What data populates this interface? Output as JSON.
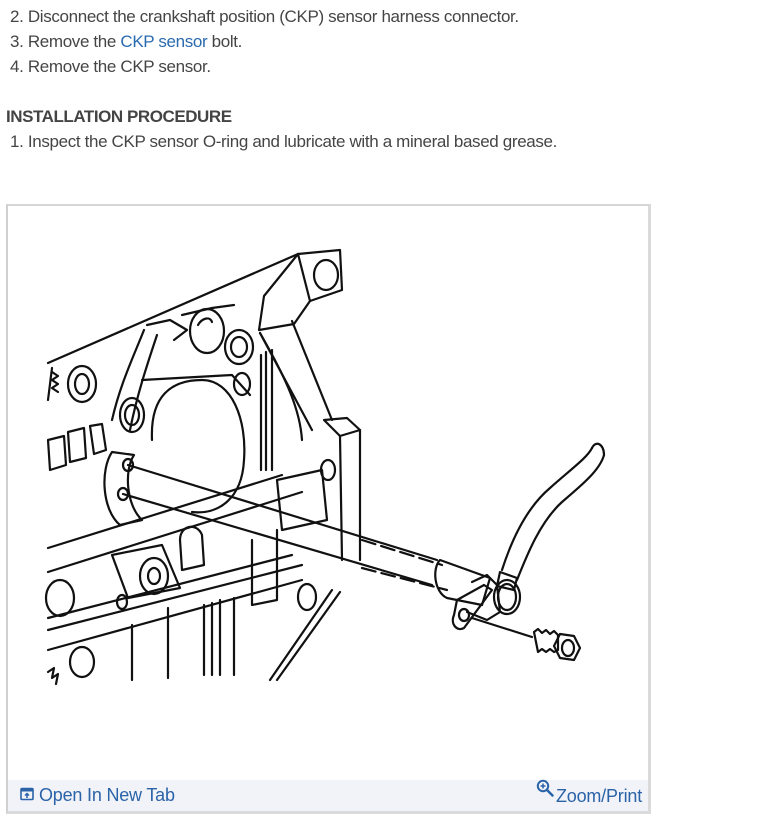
{
  "removal_steps": [
    {
      "number": "2.",
      "text": "Disconnect the crankshaft position (CKP) sensor harness connector."
    },
    {
      "number": "3.",
      "text_before": "Remove the ",
      "link_text": "CKP sensor",
      "text_after": " bolt."
    },
    {
      "number": "4.",
      "text": "Remove the CKP sensor."
    }
  ],
  "installation": {
    "heading": "INSTALLATION PROCEDURE",
    "steps": [
      {
        "number": "1.",
        "text": "Inspect the CKP sensor O-ring and lubricate with a mineral based grease."
      }
    ]
  },
  "figure": {
    "description": "Line drawing of crankshaft position sensor being installed into engine block with bolt",
    "footer": {
      "open_new_tab_label": "Open In New Tab",
      "open_new_tab_icon": "open-in-new-tab-icon",
      "zoom_print_label": "Zoom/Print",
      "zoom_print_icon": "zoom-in-icon"
    }
  },
  "colors": {
    "text": "#454545",
    "link": "#2a6ab0",
    "footer_link": "#2a63a8",
    "footer_bg": "#f1f3f8",
    "frame_border": "#d6d6d6"
  }
}
